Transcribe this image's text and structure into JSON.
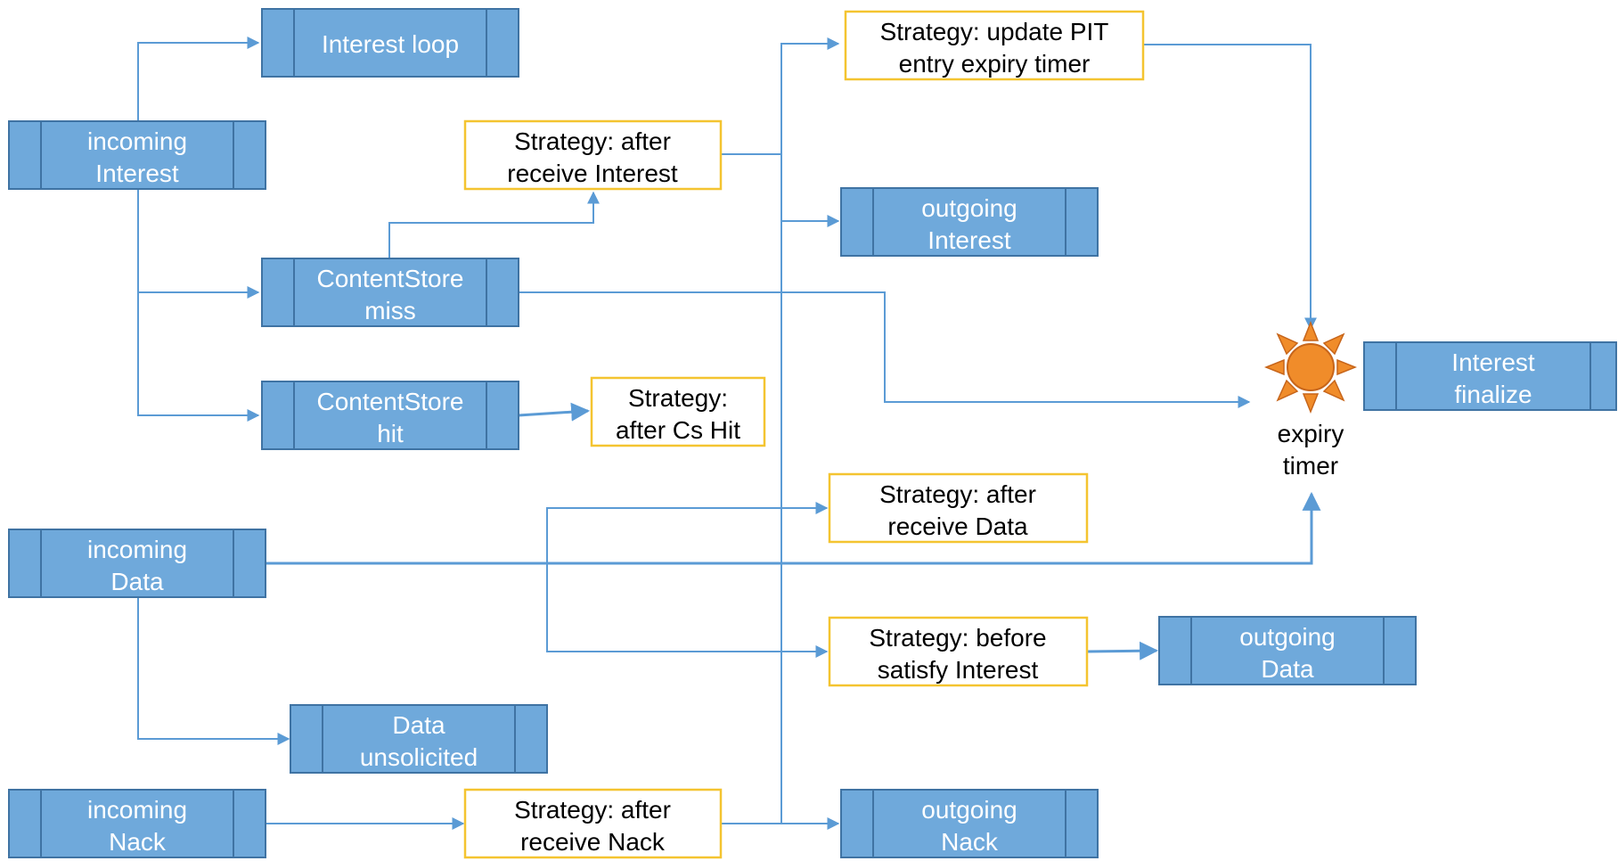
{
  "pipelines": {
    "incoming_interest": [
      "incoming",
      "Interest"
    ],
    "interest_loop": [
      "Interest loop"
    ],
    "cs_miss": [
      "ContentStore",
      "miss"
    ],
    "cs_hit": [
      "ContentStore",
      "hit"
    ],
    "outgoing_interest": [
      "outgoing",
      "Interest"
    ],
    "interest_finalize": [
      "Interest",
      "finalize"
    ],
    "incoming_data": [
      "incoming",
      "Data"
    ],
    "data_unsolicited": [
      "Data",
      "unsolicited"
    ],
    "outgoing_data": [
      "outgoing",
      "Data"
    ],
    "incoming_nack": [
      "incoming",
      "Nack"
    ],
    "outgoing_nack": [
      "outgoing",
      "Nack"
    ]
  },
  "strategies": {
    "after_receive_interest": [
      "Strategy: after",
      "receive Interest"
    ],
    "update_pit_expiry": [
      "Strategy: update PIT",
      "entry expiry timer"
    ],
    "after_cs_hit": [
      "Strategy:",
      "after Cs Hit"
    ],
    "after_receive_data": [
      "Strategy: after",
      "receive Data"
    ],
    "before_satisfy_interest": [
      "Strategy: before",
      "satisfy Interest"
    ],
    "after_receive_nack": [
      "Strategy: after",
      "receive Nack"
    ]
  },
  "timer": {
    "label": [
      "expiry",
      "timer"
    ],
    "icon": "sun-icon"
  },
  "colors": {
    "pipeline_fill": "#6fa9db",
    "pipeline_border": "#3f73a3",
    "strategy_border": "#f4c430",
    "connector": "#5b9bd5",
    "timer_icon": "#f08c2a"
  }
}
